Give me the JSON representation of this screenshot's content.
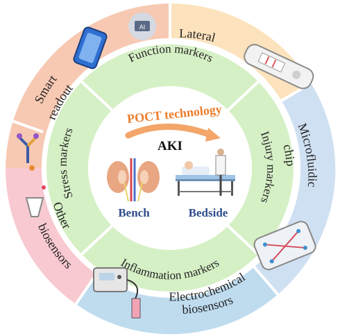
{
  "outer_ring": {
    "lateral": "Lateral",
    "smart_line1": "Smart",
    "smart_line2": "readout",
    "micro_line1": "Microfluidic",
    "micro_line2": "chip",
    "other_line1": "Other",
    "other_line2": "biosensors",
    "electro_line1": "Electrochemical",
    "electro_line2": "biosensors"
  },
  "middle_ring": {
    "function": "Function markers",
    "injury": "Injury markers",
    "inflammation": "Inflammation markers",
    "stress": "Stress markers"
  },
  "center": {
    "poct": "POCT technology",
    "aki": "AKI",
    "bench": "Bench",
    "bedside": "Bedside"
  },
  "icons": {
    "smartphone_screen_text": "AI"
  },
  "colors": {
    "lateral": "#fce3bd",
    "smart": "#f7c9b3",
    "other": "#f8c9d1",
    "electro": "#bfdcef",
    "micro": "#cfe0f2",
    "middle": "#d6f0c6",
    "poct": "#ec7d2c",
    "label_blue": "#2e4b8c"
  }
}
